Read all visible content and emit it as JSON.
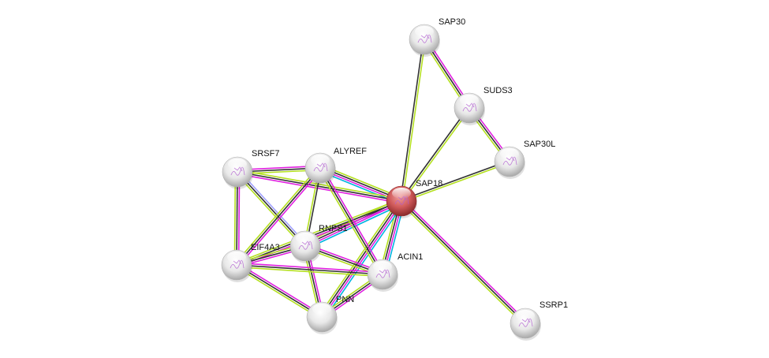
{
  "diagram": {
    "type": "protein-interaction-network",
    "query_node": "SAP18",
    "edge_colors": {
      "known_curated": "#00b4e0",
      "known_experimental": "#e020e0",
      "textmining": "#b4e020",
      "coexpression": "#333333",
      "homology": "#a0a0ff"
    },
    "node_colors": {
      "query": "#d05050",
      "partner": "#e6e6e6"
    },
    "nodes": [
      {
        "id": "SAP18",
        "label": "SAP18",
        "query": true
      },
      {
        "id": "SAP30",
        "label": "SAP30"
      },
      {
        "id": "SUDS3",
        "label": "SUDS3"
      },
      {
        "id": "SAP30L",
        "label": "SAP30L"
      },
      {
        "id": "SRSF7",
        "label": "SRSF7"
      },
      {
        "id": "ALYREF",
        "label": "ALYREF"
      },
      {
        "id": "RNPS1",
        "label": "RNPS1"
      },
      {
        "id": "EIF4A3",
        "label": "EIF4A3"
      },
      {
        "id": "ACIN1",
        "label": "ACIN1"
      },
      {
        "id": "PNN",
        "label": "PNN"
      },
      {
        "id": "SSRP1",
        "label": "SSRP1"
      }
    ],
    "edges": [
      {
        "a": "SAP18",
        "b": "SAP30",
        "types": [
          "coexpression",
          "textmining"
        ]
      },
      {
        "a": "SAP18",
        "b": "SUDS3",
        "types": [
          "coexpression",
          "textmining"
        ]
      },
      {
        "a": "SAP18",
        "b": "SAP30L",
        "types": [
          "coexpression",
          "textmining"
        ]
      },
      {
        "a": "SAP30",
        "b": "SUDS3",
        "types": [
          "known_experimental",
          "coexpression",
          "textmining"
        ]
      },
      {
        "a": "SUDS3",
        "b": "SAP30L",
        "types": [
          "known_experimental",
          "coexpression",
          "textmining"
        ]
      },
      {
        "a": "SAP18",
        "b": "SSRP1",
        "types": [
          "known_experimental",
          "coexpression",
          "textmining"
        ]
      },
      {
        "a": "SAP18",
        "b": "ALYREF",
        "types": [
          "known_curated",
          "known_experimental",
          "coexpression",
          "textmining"
        ]
      },
      {
        "a": "SAP18",
        "b": "SRSF7",
        "types": [
          "known_experimental",
          "coexpression",
          "textmining"
        ]
      },
      {
        "a": "SAP18",
        "b": "RNPS1",
        "types": [
          "known_curated",
          "known_experimental",
          "coexpression",
          "textmining"
        ]
      },
      {
        "a": "SAP18",
        "b": "EIF4A3",
        "types": [
          "known_experimental",
          "coexpression",
          "textmining"
        ]
      },
      {
        "a": "SAP18",
        "b": "ACIN1",
        "types": [
          "known_curated",
          "known_experimental",
          "coexpression",
          "textmining"
        ]
      },
      {
        "a": "SAP18",
        "b": "PNN",
        "types": [
          "known_curated",
          "known_experimental",
          "coexpression",
          "textmining"
        ]
      },
      {
        "a": "SRSF7",
        "b": "ALYREF",
        "types": [
          "known_experimental",
          "coexpression",
          "textmining"
        ]
      },
      {
        "a": "SRSF7",
        "b": "EIF4A3",
        "types": [
          "known_experimental",
          "coexpression",
          "textmining"
        ]
      },
      {
        "a": "SRSF7",
        "b": "RNPS1",
        "types": [
          "homology",
          "coexpression",
          "textmining"
        ]
      },
      {
        "a": "ALYREF",
        "b": "RNPS1",
        "types": [
          "coexpression",
          "textmining"
        ]
      },
      {
        "a": "ALYREF",
        "b": "EIF4A3",
        "types": [
          "known_experimental",
          "coexpression",
          "textmining"
        ]
      },
      {
        "a": "ALYREF",
        "b": "ACIN1",
        "types": [
          "known_experimental",
          "coexpression",
          "textmining"
        ]
      },
      {
        "a": "RNPS1",
        "b": "EIF4A3",
        "types": [
          "known_experimental",
          "coexpression",
          "textmining"
        ]
      },
      {
        "a": "RNPS1",
        "b": "ACIN1",
        "types": [
          "known_experimental",
          "coexpression",
          "textmining"
        ]
      },
      {
        "a": "RNPS1",
        "b": "PNN",
        "types": [
          "known_experimental",
          "coexpression",
          "textmining"
        ]
      },
      {
        "a": "EIF4A3",
        "b": "ACIN1",
        "types": [
          "known_experimental",
          "coexpression",
          "textmining"
        ]
      },
      {
        "a": "EIF4A3",
        "b": "PNN",
        "types": [
          "known_experimental",
          "coexpression",
          "textmining"
        ]
      },
      {
        "a": "ACIN1",
        "b": "PNN",
        "types": [
          "known_experimental",
          "coexpression",
          "textmining"
        ]
      }
    ]
  }
}
